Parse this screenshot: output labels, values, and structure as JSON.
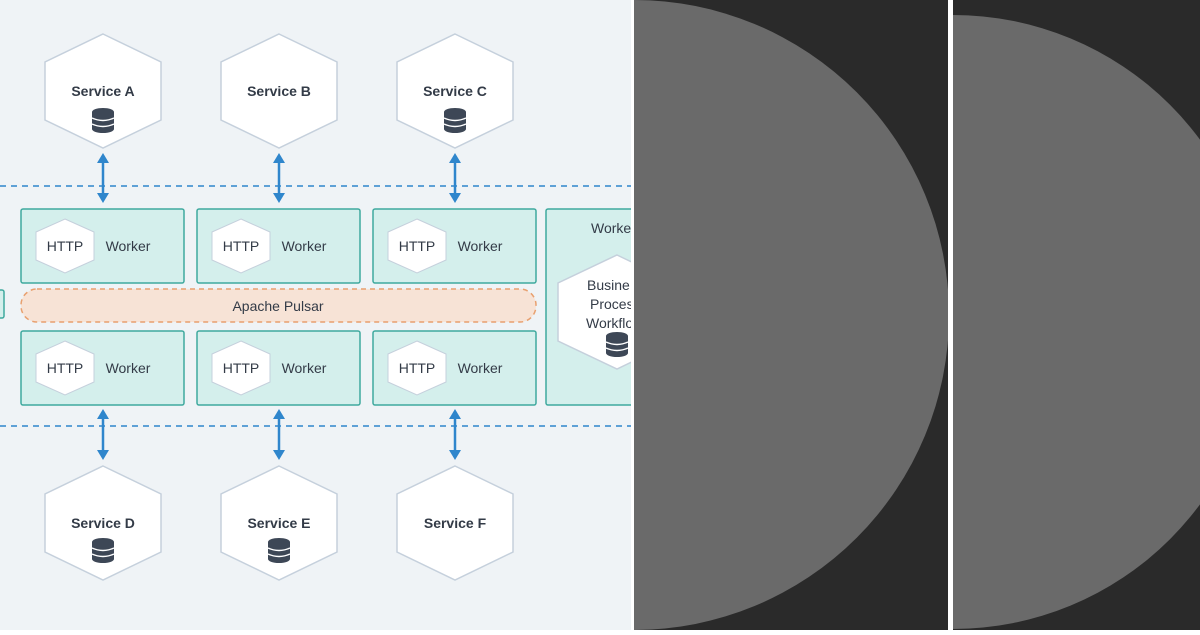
{
  "diagram": {
    "services_top": [
      {
        "label": "Service A",
        "has_db": true
      },
      {
        "label": "Service B",
        "has_db": false
      },
      {
        "label": "Service C",
        "has_db": true
      }
    ],
    "services_bottom": [
      {
        "label": "Service D",
        "has_db": true
      },
      {
        "label": "Service E",
        "has_db": true
      },
      {
        "label": "Service F",
        "has_db": false
      }
    ],
    "worker_top": [
      {
        "protocol": "HTTP",
        "label": "Worker"
      },
      {
        "protocol": "HTTP",
        "label": "Worker"
      },
      {
        "protocol": "HTTP",
        "label": "Worker"
      }
    ],
    "worker_bottom": [
      {
        "protocol": "HTTP",
        "label": "Worker"
      },
      {
        "protocol": "HTTP",
        "label": "Worker"
      },
      {
        "protocol": "HTTP",
        "label": "Worker"
      }
    ],
    "bus_label": "Apache Pulsar",
    "business_worker": {
      "title": "Worke",
      "lines": [
        "Busine",
        "Proces",
        "Workflo"
      ]
    }
  },
  "colors": {
    "diagram_bg": "#eff3f6",
    "worker_fill": "#d4efec",
    "worker_stroke": "#3fa99e",
    "arrow": "#2f86cc",
    "bus_fill": "#f7e3d6",
    "bus_stroke": "#e8a06f",
    "hex_stroke": "#c5d0dc",
    "db_icon": "#3d4756",
    "panel_bg": "#2a2a2a",
    "circle_fill": "#6a6a6a"
  }
}
